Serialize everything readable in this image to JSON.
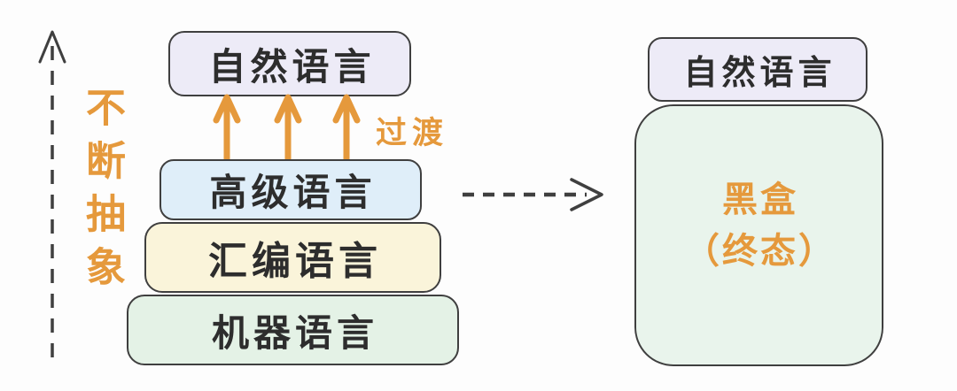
{
  "colors": {
    "bg": "#fdfdfd",
    "ink": "#2d2d2d",
    "line": "#3f3f3f",
    "orange": "#e5993c",
    "lavender": "#edebf7",
    "blue": "#dfeef9",
    "yellow": "#faf4da",
    "green": "#e4f2e6",
    "green2": "#e9f4ec"
  },
  "left_axis": {
    "label": "不断抽象"
  },
  "stack": [
    {
      "id": "natural-language",
      "label": "自然语言"
    },
    {
      "id": "high-level-language",
      "label": "高级语言"
    },
    {
      "id": "assembly-language",
      "label": "汇编语言"
    },
    {
      "id": "machine-language",
      "label": "机器语言"
    }
  ],
  "transition_label": "过渡",
  "right": {
    "natural_label": "自然语言",
    "blackbox_line1": "黑盒",
    "blackbox_line2": "（终态）"
  }
}
